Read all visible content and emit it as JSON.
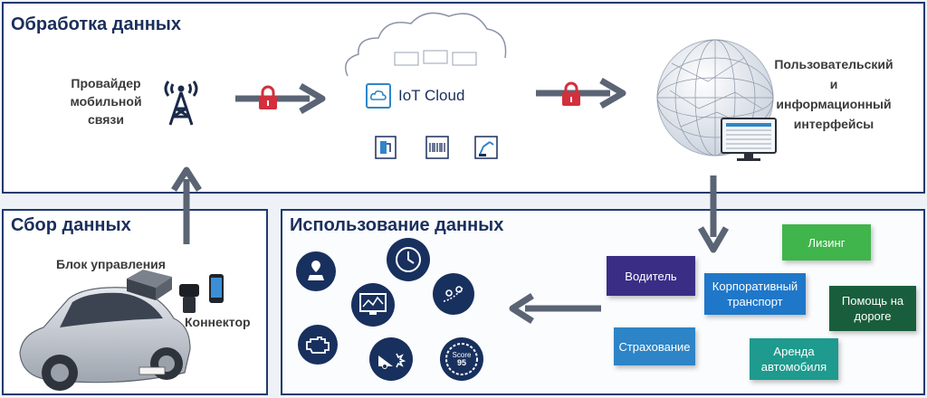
{
  "sections": {
    "processing_title": "Обработка данных",
    "collection_title": "Сбор данных",
    "usage_title": "Использование данных"
  },
  "nodes": {
    "provider": [
      "Провайдер",
      "мобильной",
      "связи"
    ],
    "iot_cloud": "IoT Cloud",
    "user_interface": [
      "Пользовательский",
      "и",
      "информационный",
      "интерфейсы"
    ],
    "control_unit": "Блок управления",
    "connector": "Коннектор"
  },
  "usage_icons": [
    "car-location-icon",
    "clock-icon",
    "chart-monitor-icon",
    "route-icon",
    "engine-icon",
    "crash-icon",
    "score-icon"
  ],
  "score_badge": {
    "label": "Score",
    "value": "95"
  },
  "users": {
    "driver": "Водитель",
    "corporate": [
      "Корпоративный",
      "транспорт"
    ],
    "leasing": "Лизинг",
    "roadside": [
      "Помощь на",
      "дороге"
    ],
    "insurance": "Страхование",
    "rental": [
      "Аренда",
      "автомобиля"
    ]
  },
  "colors": {
    "navy": "#1b2f5c",
    "driver": "#3a2d86",
    "corporate": "#1f77c9",
    "leasing": "#3fb54b",
    "roadside": "#195e3c",
    "insurance": "#2d84c6",
    "rental": "#1e9a8e",
    "lock": "#d32f3c",
    "arrow": "#5a6474"
  }
}
